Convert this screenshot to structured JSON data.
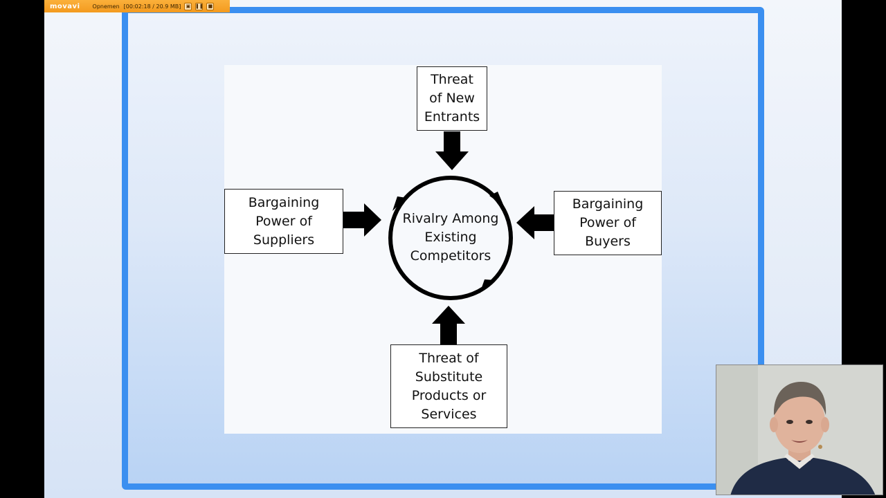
{
  "recorder": {
    "logo": "movavi",
    "status": "Opnemen",
    "time_size": "[00:02:18 / 20.9 MB]",
    "buttons": [
      {
        "icon": "camera-icon",
        "glyph": "▣"
      },
      {
        "icon": "pause-icon",
        "glyph": "❚❚"
      },
      {
        "icon": "stop-icon",
        "glyph": "■"
      }
    ]
  },
  "diagram": {
    "center": "Rivalry Among\nExisting\nCompetitors",
    "top": "Threat\nof New\nEntrants",
    "left": "Bargaining\nPower of\nSuppliers",
    "right": "Bargaining\nPower of\nBuyers",
    "bottom": "Threat of\nSubstitute\nProducts or\nServices"
  },
  "colors": {
    "frame": "#3b8ff0",
    "recorder_bar": "#f39a1e",
    "presenter_shirt": "#1f2b45"
  }
}
